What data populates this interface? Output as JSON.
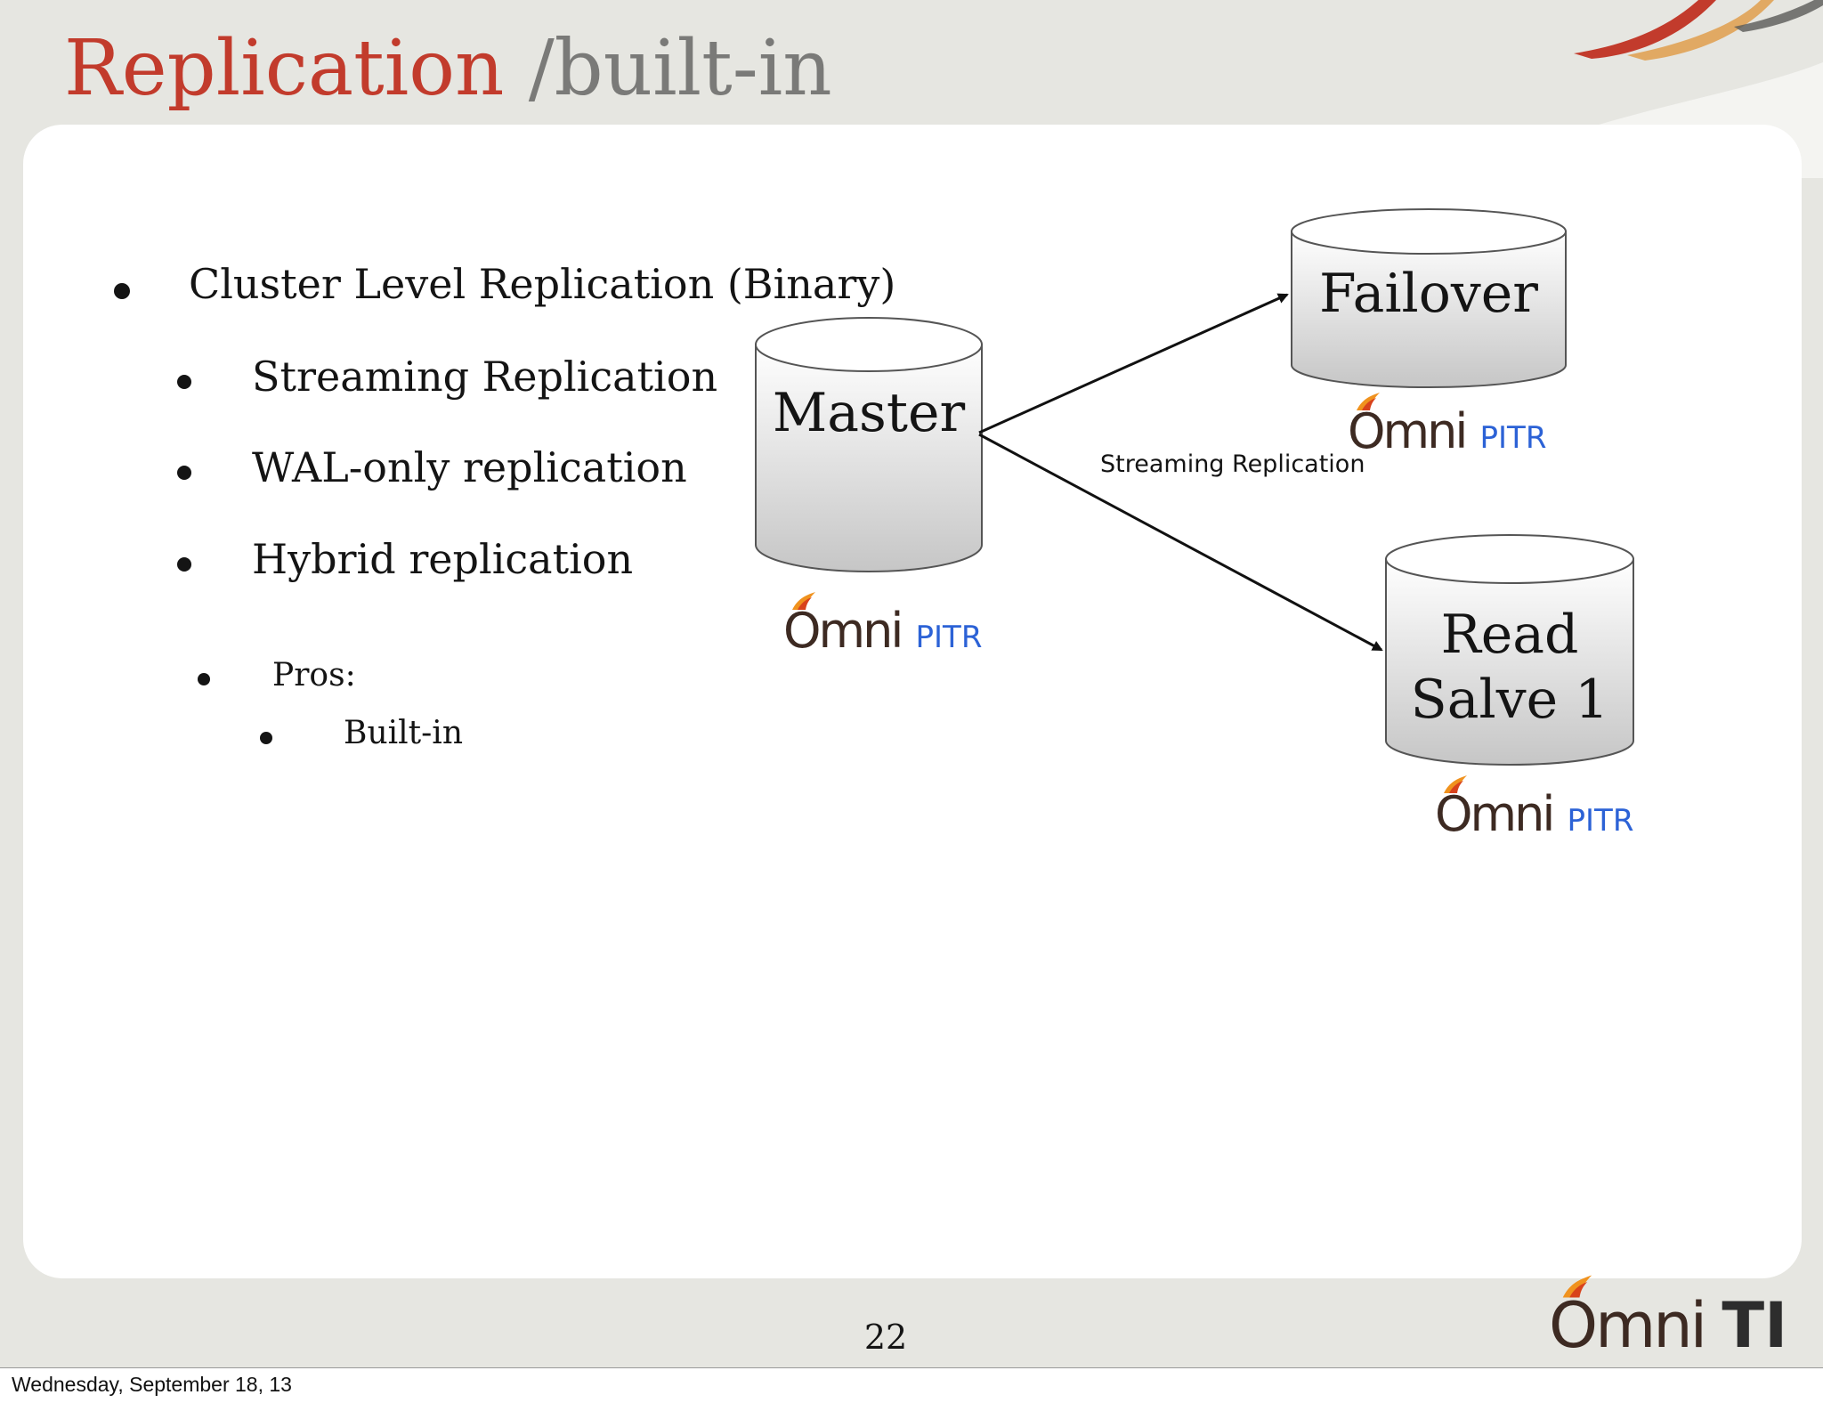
{
  "slide": {
    "title_main": "Replication",
    "title_sub": " /built-in",
    "bullets": {
      "b1": "Cluster Level Replication (Binary)",
      "b1_1": "Streaming Replication",
      "b1_2": "WAL-only replication",
      "b1_3": "Hybrid replication",
      "b2": "Pros:",
      "b2_1": "Built-in"
    },
    "page_number": "22"
  },
  "diagram": {
    "nodes": {
      "master": "Master",
      "failover": "Failover",
      "read_slave_line1": "Read",
      "read_slave_line2": "Salve 1"
    },
    "edge_label": "Streaming Replication",
    "logo_omni": "Omni",
    "logo_pitr": "PITR"
  },
  "brand": {
    "omni": "Omni",
    "ti": "TI"
  },
  "footer": {
    "date": "Wednesday, September 18, 13"
  },
  "colors": {
    "title_accent": "#c23b2c",
    "title_gray": "#7a7a78",
    "pitr_blue": "#2c62d6",
    "slide_bg": "#e6e6e1"
  }
}
